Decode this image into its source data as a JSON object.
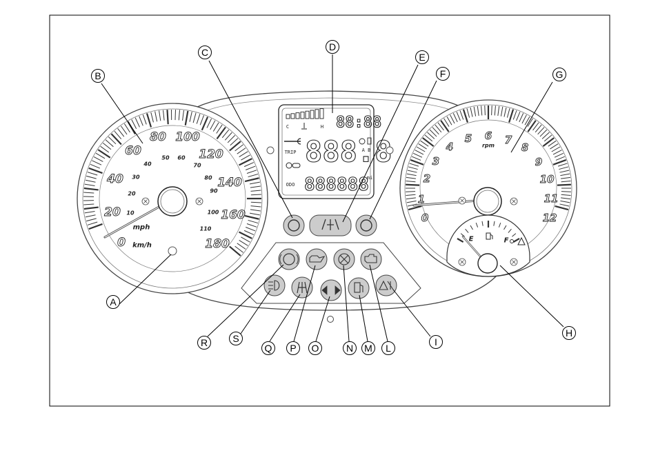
{
  "callouts": {
    "A": "A",
    "B": "B",
    "C": "C",
    "D": "D",
    "E": "E",
    "F": "F",
    "G": "G",
    "H": "H",
    "I": "I",
    "L": "L",
    "M": "M",
    "N": "N",
    "O": "O",
    "P": "P",
    "Q": "Q",
    "R": "R",
    "S": "S"
  },
  "speedometer": {
    "mph_numbers": [
      "0",
      "20",
      "40",
      "60",
      "80",
      "100",
      "120",
      "140",
      "160",
      "180"
    ],
    "kmh_numbers": [
      "10",
      "20",
      "30",
      "40",
      "50",
      "60",
      "70",
      "80",
      "90",
      "100",
      "110"
    ],
    "unit_mph": "mph",
    "unit_kmh": "km/h"
  },
  "tachometer": {
    "numbers": [
      "0",
      "1",
      "2",
      "3",
      "4",
      "5",
      "6",
      "7",
      "8",
      "9",
      "10",
      "11",
      "12"
    ],
    "unit": "rpm"
  },
  "fuel_gauge": {
    "empty": "E",
    "full": "F"
  },
  "lcd": {
    "temp_cold": "C",
    "temp_hot": "H",
    "clock_digits": "88:88",
    "main_digits": "888.8",
    "trip_label": "TRIP",
    "trip_ab": "A B",
    "odo_label": "ODO",
    "odo_digits": "888888",
    "unit": "mi"
  }
}
